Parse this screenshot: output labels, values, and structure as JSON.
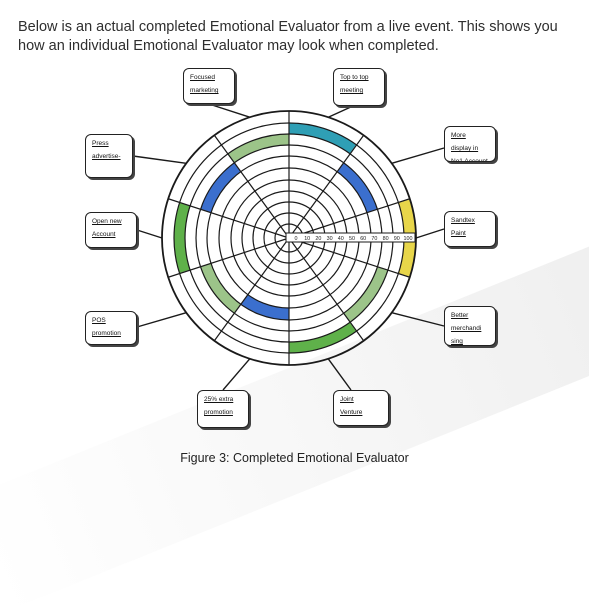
{
  "intro": {
    "line1": "Below is an actual completed Emotional Evaluator from a live event. This shows you",
    "line2": "how an individual Emotional Evaluator may look when completed."
  },
  "scale_labels": [
    "0",
    "10",
    "20",
    "30",
    "40",
    "50",
    "60",
    "70",
    "80",
    "90",
    "100"
  ],
  "segments": [
    {
      "lines": [
        "Top to top",
        "meeting"
      ],
      "level": 2
    },
    {
      "lines": [
        "More",
        "display in",
        "No1 Account"
      ],
      "level": 4
    },
    {
      "lines": [
        "Sandtex",
        "Paint"
      ],
      "level": 1
    },
    {
      "lines": [
        "Better",
        "merchandi",
        "sing"
      ],
      "level": 3
    },
    {
      "lines": [
        "Joint",
        "Venture"
      ],
      "level": 2
    },
    {
      "lines": [
        "25% extra",
        "promotion"
      ],
      "level": 5
    },
    {
      "lines": [
        "POS",
        "promotion"
      ],
      "level": 4
    },
    {
      "lines": [
        "Open new",
        "Account"
      ],
      "level": 2
    },
    {
      "lines": [
        "Press",
        "advertise-"
      ],
      "level": 4
    },
    {
      "lines": [
        "Focused",
        "marketing"
      ],
      "level": 3
    }
  ],
  "colors": {
    "teal": "#2f9fb5",
    "blue": "#3b6fce",
    "yellow": "#e8d64a",
    "light_green": "#9cc489",
    "green": "#5fb14a",
    "line": "#1a1a1a"
  },
  "band_colors": [
    "teal",
    "blue",
    "yellow",
    "light_green",
    "green",
    "blue",
    "light_green",
    "green",
    "blue",
    "light_green"
  ],
  "caption": "Figure 3: Completed Emotional Evaluator"
}
